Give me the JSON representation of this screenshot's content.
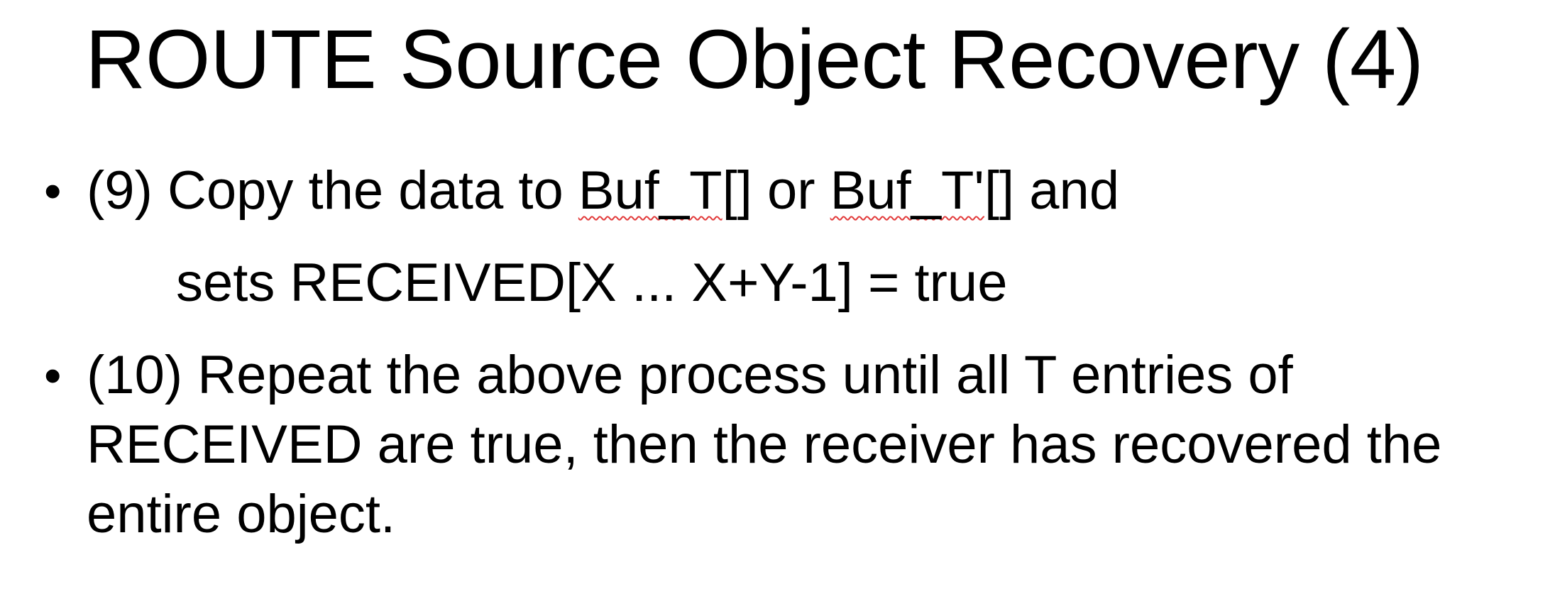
{
  "slide": {
    "title": "ROUTE Source Object Recovery (4)",
    "bullets": [
      {
        "marker": "•",
        "line1": {
          "prefix": "(9) Copy the data to ",
          "term1": "Buf_T",
          "mid": "[] or ",
          "term2": "Buf_T'",
          "suffix": "[] and"
        },
        "line2": "sets RECEIVED[X ... X+Y-1] = true"
      },
      {
        "marker": "•",
        "text": "(10) Repeat the above process until all T entries of RECEIVED are true, then the receiver has recovered the entire object."
      }
    ]
  }
}
